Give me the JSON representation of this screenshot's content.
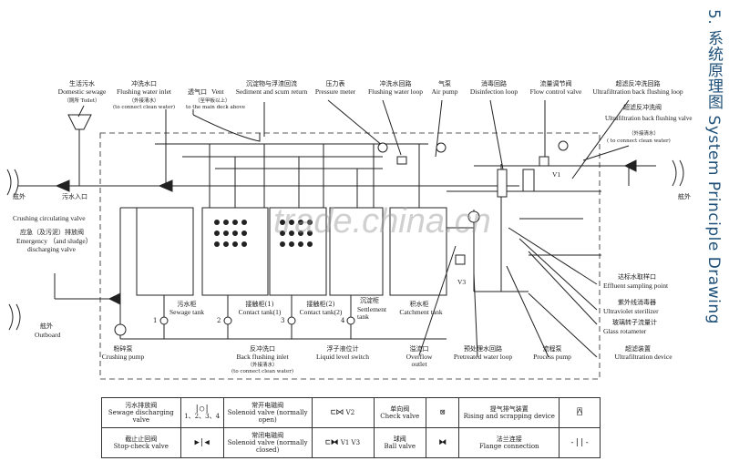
{
  "side_title": "5. 系统原理图 System Principle Drawing",
  "watermark": "trade.china.cn",
  "top_labels": {
    "domestic_sewage_zh": "生活污水",
    "domestic_sewage_en": "Domestic sewage",
    "toilet": "（厕所 Toilet）",
    "flushing_inlet_zh": "冲洗水口",
    "flushing_inlet_en": "Flushing water inlet",
    "flushing_inlet_note_zh": "（外接清水）",
    "flushing_inlet_note_en": "(to connect clean water)",
    "vent_zh": "透气口",
    "vent_en": "Vent",
    "vent_note_zh": "（至甲板以上）",
    "vent_note_en": "to the main deck above",
    "sediment_zh": "沉淀物与浮渣回流",
    "sediment_en": "Sediment and scum return",
    "pressure_zh": "压力表",
    "pressure_en": "Pressure meter",
    "flush_loop_zh": "冲洗水回路",
    "flush_loop_en": "Flushing water loop",
    "air_pump_zh": "气泵",
    "air_pump_en": "Air pump",
    "disinfection_zh": "消毒回路",
    "disinfection_en": "Disinfection loop",
    "flow_valve_zh": "流量调节阀",
    "flow_valve_en": "Flow control valve",
    "uf_backflush_zh": "超滤反冲洗回路",
    "uf_backflush_en": "Ultrafiltration back flushing loop",
    "uf_valve_zh": "超滤反冲洗阀",
    "uf_valve_en": "Ultrafiltration back flushing valve",
    "uf_valve_note_zh": "（外接清水）",
    "uf_valve_note_en": "( to connect clean water)"
  },
  "left_labels": {
    "outboard_top": "舷外",
    "sewage_inlet": "污水入口",
    "crushing_circ": "Crushing circulating valve",
    "emergency_zh": "应急（及污泥）排放阀",
    "emergency_en1": "Emergency （and sludge）",
    "emergency_en2": "discharging valve",
    "outboard_zh": "舷外",
    "outboard_en": "Outboard",
    "crushing_pump_zh": "粉碎泵",
    "crushing_pump_en": "Crushing pump"
  },
  "tanks": [
    {
      "zh": "污水柜",
      "en": "Sewage tank",
      "num": "1"
    },
    {
      "zh": "接触柜(1)",
      "en": "Contact tank(1)",
      "num": "2"
    },
    {
      "zh": "接触柜(2)",
      "en": "Contact tank(2)",
      "num": "3"
    },
    {
      "zh": "沉淀柜",
      "en": "Settlement tank",
      "num": "4"
    },
    {
      "zh": "积水柜",
      "en": "Catchment tank",
      "num": ""
    }
  ],
  "bottom_labels": {
    "back_flush_zh": "反冲洗口",
    "back_flush_en": "Back flushing inlet",
    "back_flush_note_zh": "（外接清水）",
    "back_flush_note_en": "(to connect clean water)",
    "level_switch_zh": "浮子液位计",
    "level_switch_en": "Liquid level switch",
    "overflow_zh": "溢流口",
    "overflow_en": "Overflow outlet",
    "pretreated_zh": "预处理水回路",
    "pretreated_en": "Pretreated water loop",
    "process_pump_zh": "流程泵",
    "process_pump_en": "Process pump",
    "uf_device_zh": "超滤装置",
    "uf_device_en": "Ultrafiltration device"
  },
  "right_labels": {
    "sampling_zh": "达标水取样口",
    "sampling_en": "Effluent sampling point",
    "uv_zh": "紫外线消毒器",
    "uv_en": "Ultraviolet sterilizer",
    "glass_zh": "玻璃转子流量计",
    "glass_en": "Glass rotameter",
    "v1": "V1",
    "v3": "V3",
    "outboard_right": "舷外"
  },
  "legend": {
    "r1": [
      {
        "zh": "污水排放阀",
        "en": "Sewage discharging valve",
        "sym": "1、2、3、4"
      },
      {
        "zh": "常开电磁阀",
        "en": "Solenoid valve (normally open)",
        "sym": "V2"
      },
      {
        "zh": "单向阀",
        "en": "Check valve",
        "sym": ""
      },
      {
        "zh": "提气排气装置",
        "en": "Rising and scrapping device",
        "sym": ""
      }
    ],
    "r2": [
      {
        "zh": "截止止回阀",
        "en": "Stop-check valve",
        "sym": ""
      },
      {
        "zh": "常闭电磁阀",
        "en": "Solenoid valve (normally closed)",
        "sym": "V1 V3"
      },
      {
        "zh": "球阀",
        "en": "Ball valve",
        "sym": ""
      },
      {
        "zh": "法兰连接",
        "en": "Flange connection",
        "sym": ""
      }
    ]
  }
}
